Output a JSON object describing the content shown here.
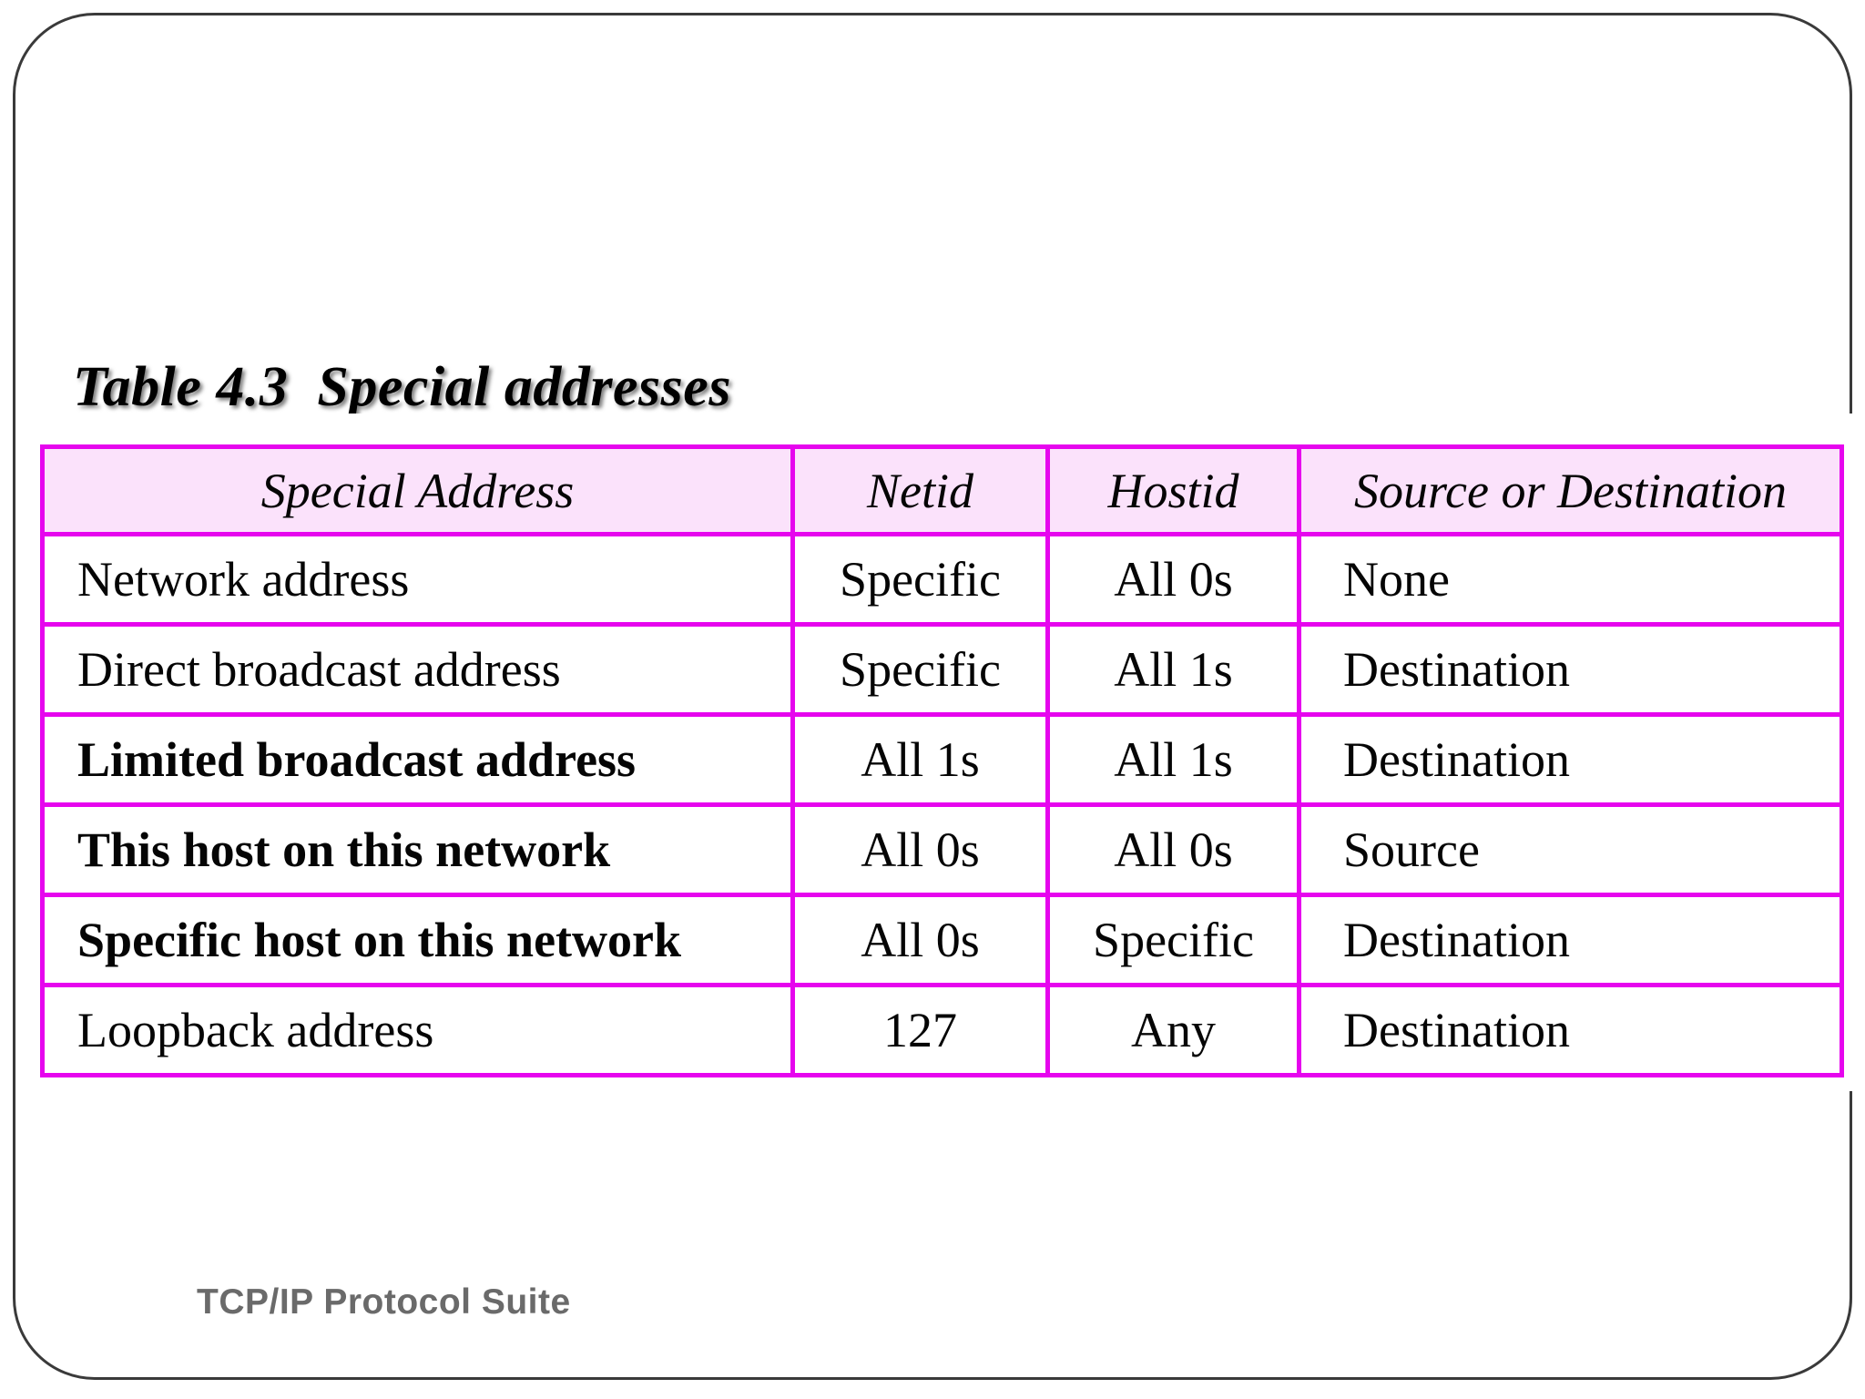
{
  "slide": {
    "title": "Table 4.3  Special addresses",
    "footer": "TCP/IP Protocol Suite"
  },
  "table": {
    "headers": [
      "Special Address",
      "Netid",
      "Hostid",
      "Source or Destination"
    ],
    "rows": [
      {
        "name": "Network address",
        "netid": "Specific",
        "hostid": "All 0s",
        "source_or_destination": "None",
        "bold": false
      },
      {
        "name": "Direct broadcast address",
        "netid": "Specific",
        "hostid": "All 1s",
        "source_or_destination": "Destination",
        "bold": false
      },
      {
        "name": "Limited broadcast address",
        "netid": "All 1s",
        "hostid": "All 1s",
        "source_or_destination": "Destination",
        "bold": true
      },
      {
        "name": "This host on this network",
        "netid": "All 0s",
        "hostid": "All 0s",
        "source_or_destination": "Source",
        "bold": true
      },
      {
        "name": "Specific host on this network",
        "netid": "All 0s",
        "hostid": "Specific",
        "source_or_destination": "Destination",
        "bold": true
      },
      {
        "name": "Loopback address",
        "netid": "127",
        "hostid": "Any",
        "source_or_destination": "Destination",
        "bold": false
      }
    ]
  },
  "colors": {
    "table_border": "#e605ee",
    "table_header_background": "#fbe2fb",
    "slide_frame_border": "#3a3a3a",
    "footer_text": "#6a6a6a",
    "body_text": "#050505"
  }
}
